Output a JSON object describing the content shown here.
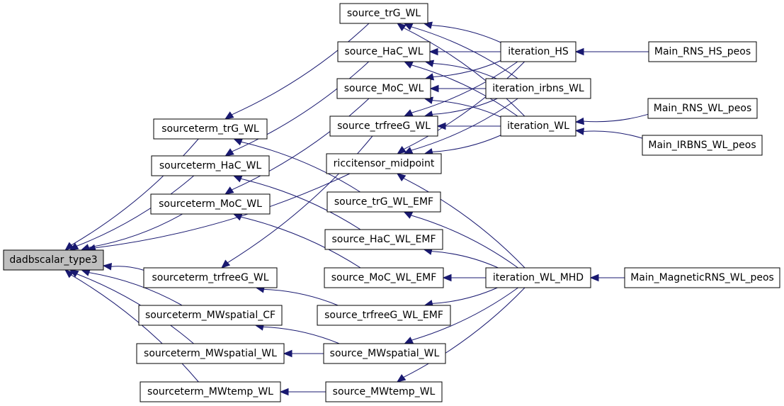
{
  "graph": {
    "edge_color": "#191970",
    "root_fill": "#bfbfbf",
    "nodes": [
      {
        "id": "root",
        "label": "dadbscalar_type3",
        "root": true
      },
      {
        "id": "st_trG",
        "label": "sourceterm_trG_WL"
      },
      {
        "id": "st_HaC",
        "label": "sourceterm_HaC_WL"
      },
      {
        "id": "st_MoC",
        "label": "sourceterm_MoC_WL"
      },
      {
        "id": "st_trfreeG",
        "label": "sourceterm_trfreeG_WL"
      },
      {
        "id": "st_MWsp_CF",
        "label": "sourceterm_MWspatial_CF"
      },
      {
        "id": "st_MWsp",
        "label": "sourceterm_MWspatial_WL"
      },
      {
        "id": "st_MWtemp",
        "label": "sourceterm_MWtemp_WL"
      },
      {
        "id": "s_trG",
        "label": "source_trG_WL"
      },
      {
        "id": "s_HaC",
        "label": "source_HaC_WL"
      },
      {
        "id": "s_MoC",
        "label": "source_MoC_WL"
      },
      {
        "id": "s_trfreeG",
        "label": "source_trfreeG_WL"
      },
      {
        "id": "ricci",
        "label": "riccitensor_midpoint"
      },
      {
        "id": "s_trG_EMF",
        "label": "source_trG_WL_EMF"
      },
      {
        "id": "s_HaC_EMF",
        "label": "source_HaC_WL_EMF"
      },
      {
        "id": "s_MoC_EMF",
        "label": "source_MoC_WL_EMF"
      },
      {
        "id": "s_trfreeG_EMF",
        "label": "source_trfreeG_WL_EMF"
      },
      {
        "id": "s_MWsp",
        "label": "source_MWspatial_WL"
      },
      {
        "id": "s_MWtemp",
        "label": "source_MWtemp_WL"
      },
      {
        "id": "it_HS",
        "label": "iteration_HS"
      },
      {
        "id": "it_irbns",
        "label": "iteration_irbns_WL"
      },
      {
        "id": "it_WL",
        "label": "iteration_WL"
      },
      {
        "id": "it_MHD",
        "label": "iteration_WL_MHD"
      },
      {
        "id": "m_HS",
        "label": "Main_RNS_HS_peos"
      },
      {
        "id": "m_WL",
        "label": "Main_RNS_WL_peos"
      },
      {
        "id": "m_IRBNS",
        "label": "Main_IRBNS_WL_peos"
      },
      {
        "id": "m_Mag",
        "label": "Main_MagneticRNS_WL_peos"
      }
    ],
    "edges": [
      [
        "st_trG",
        "root"
      ],
      [
        "st_HaC",
        "root"
      ],
      [
        "st_MoC",
        "root"
      ],
      [
        "st_trfreeG",
        "root"
      ],
      [
        "st_MWsp_CF",
        "root"
      ],
      [
        "st_MWsp",
        "root"
      ],
      [
        "st_MWtemp",
        "root"
      ],
      [
        "ricci",
        "root"
      ],
      [
        "s_trG",
        "st_trG"
      ],
      [
        "s_trG_EMF",
        "st_trG"
      ],
      [
        "s_HaC",
        "st_HaC"
      ],
      [
        "s_HaC_EMF",
        "st_HaC"
      ],
      [
        "s_MoC",
        "st_MoC"
      ],
      [
        "s_MoC_EMF",
        "st_MoC"
      ],
      [
        "s_trfreeG",
        "st_trfreeG"
      ],
      [
        "s_trfreeG_EMF",
        "st_trfreeG"
      ],
      [
        "s_MWsp",
        "st_MWsp_CF"
      ],
      [
        "s_MWsp",
        "st_MWsp"
      ],
      [
        "s_MWtemp",
        "st_MWtemp"
      ],
      [
        "it_HS",
        "s_trG"
      ],
      [
        "it_irbns",
        "s_trG"
      ],
      [
        "it_WL",
        "s_trG"
      ],
      [
        "it_HS",
        "s_HaC"
      ],
      [
        "it_irbns",
        "s_HaC"
      ],
      [
        "it_WL",
        "s_HaC"
      ],
      [
        "it_HS",
        "s_MoC"
      ],
      [
        "it_irbns",
        "s_MoC"
      ],
      [
        "it_WL",
        "s_MoC"
      ],
      [
        "it_HS",
        "s_trfreeG"
      ],
      [
        "it_irbns",
        "s_trfreeG"
      ],
      [
        "it_WL",
        "s_trfreeG"
      ],
      [
        "it_HS",
        "ricci"
      ],
      [
        "it_irbns",
        "ricci"
      ],
      [
        "it_WL",
        "ricci"
      ],
      [
        "it_MHD",
        "ricci"
      ],
      [
        "it_MHD",
        "s_trG_EMF"
      ],
      [
        "it_MHD",
        "s_HaC_EMF"
      ],
      [
        "it_MHD",
        "s_MoC_EMF"
      ],
      [
        "it_MHD",
        "s_trfreeG_EMF"
      ],
      [
        "it_MHD",
        "s_MWsp"
      ],
      [
        "it_MHD",
        "s_MWtemp"
      ],
      [
        "m_HS",
        "it_HS"
      ],
      [
        "m_WL",
        "it_WL"
      ],
      [
        "m_IRBNS",
        "it_WL"
      ],
      [
        "m_Mag",
        "it_MHD"
      ]
    ]
  }
}
